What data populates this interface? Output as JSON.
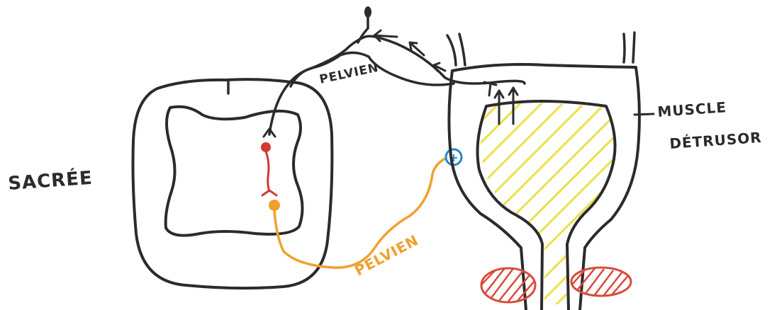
{
  "labels": {
    "sacral": "SACRÉE",
    "pelvic_top": "PELVIEN",
    "pelvic_bottom": "PELVIEN",
    "muscle_line1": "MUSCLE",
    "muscle_line2": "DÉTRUSOR",
    "receptor_symbol": "+"
  },
  "colors": {
    "outline": "#2b2b2e",
    "sensory_cell": "#d23a32",
    "motor_fiber": "#f0a030",
    "receptor": "#1e88c8",
    "urine_hatch": "#e9e24a",
    "sphincter": "#d84a3c"
  }
}
